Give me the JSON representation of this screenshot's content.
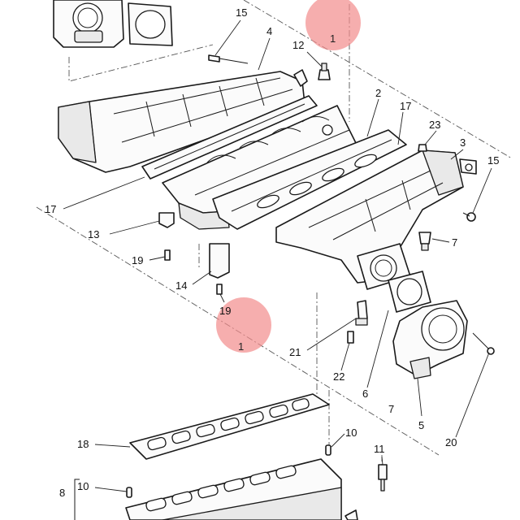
{
  "callouts": {
    "c15_top": "15",
    "c4": "4",
    "c12": "12",
    "c2": "2",
    "c17_right": "17",
    "c23": "23",
    "c3": "3",
    "c15_right": "15",
    "c17_left": "17",
    "c13": "13",
    "c19_upper": "19",
    "c14": "14",
    "c19_lower": "19",
    "c7_upper": "7",
    "c21": "21",
    "c22": "22",
    "c6": "6",
    "c7_lower": "7",
    "c5": "5",
    "c20": "20",
    "c18": "18",
    "c10_right": "10",
    "c11": "11",
    "c8": "8",
    "c10_left": "10"
  },
  "markers": {
    "marker_top": "1",
    "marker_bottom": "1"
  },
  "colors": {
    "marker_fill": "#f28b8b",
    "line": "#1a1a1a"
  }
}
